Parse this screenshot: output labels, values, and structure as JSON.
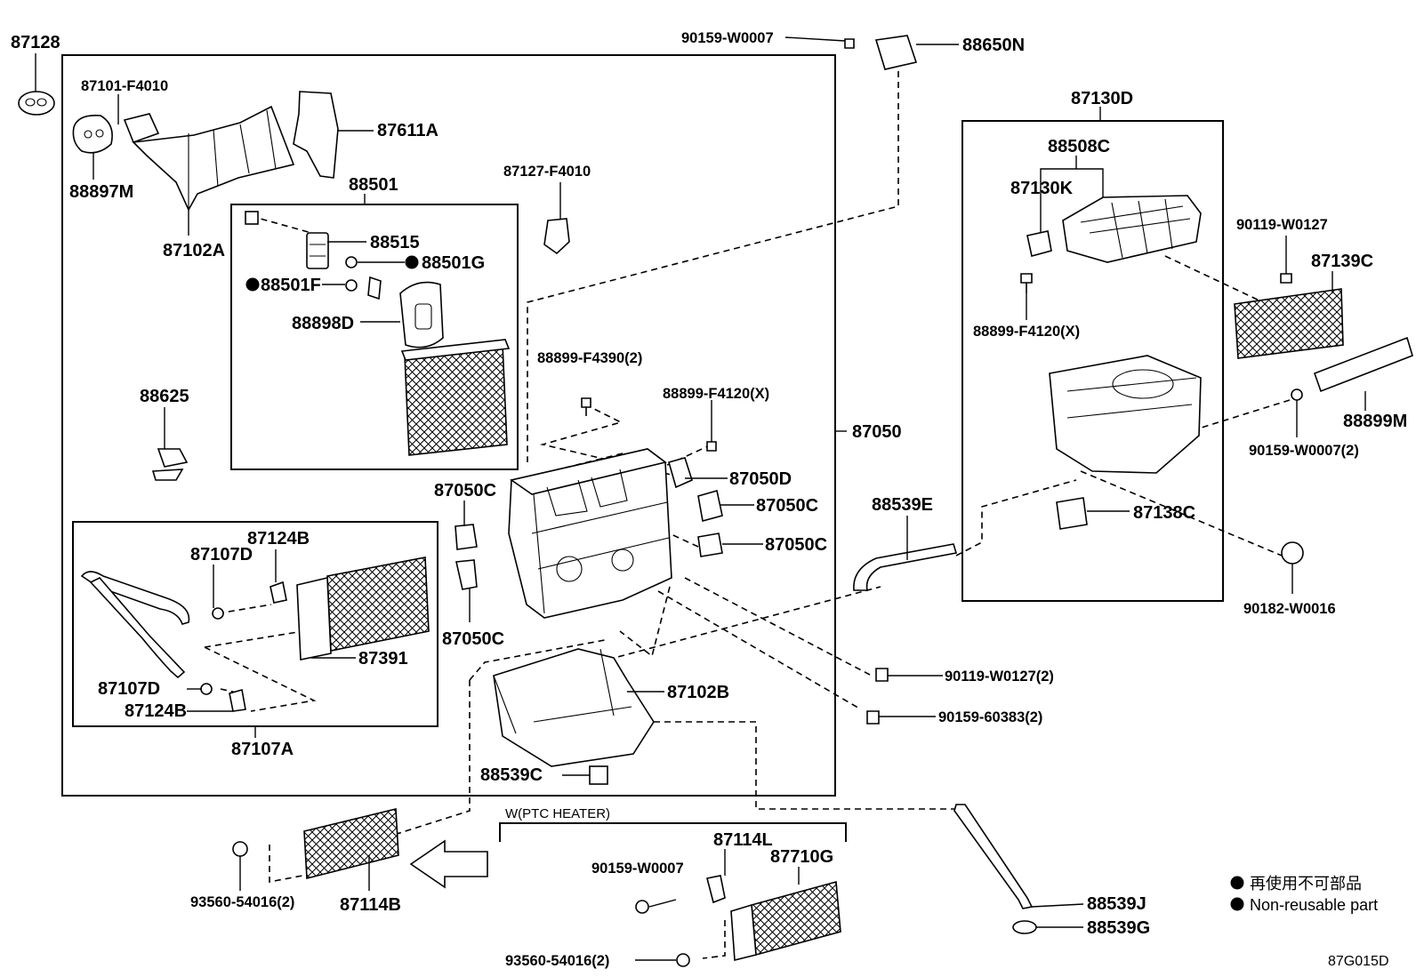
{
  "labels": {
    "p87128": "87128",
    "p87101_F4010": "87101-F4010",
    "p87611A": "87611A",
    "p88897M": "88897M",
    "p87102A": "87102A",
    "p88501": "88501",
    "p88515": "88515",
    "p88501G": "88501G",
    "p88501F": "88501F",
    "p88898D": "88898D",
    "p87127_F4010": "87127-F4010",
    "p88625": "88625",
    "p88899_F4390": "88899-F4390(2)",
    "p88899_F4120_mid": "88899-F4120(X)",
    "p87050": "87050",
    "p87050D": "87050D",
    "p87050C_left": "87050C",
    "p87050C_right1": "87050C",
    "p87050C_right2": "87050C",
    "p87050C_lower": "87050C",
    "p87124B_top": "87124B",
    "p87107D_top": "87107D",
    "p87391": "87391",
    "p87107D_bottom": "87107D",
    "p87124B_bottom": "87124B",
    "p87107A": "87107A",
    "p87102B": "87102B",
    "p88539C": "88539C",
    "p90159_W0007_top": "90159-W0007",
    "p88650N": "88650N",
    "p87130D": "87130D",
    "p88508C": "88508C",
    "p87130K": "87130K",
    "p90119_W0127_right": "90119-W0127",
    "p87139C": "87139C",
    "p88899_F4120_right": "88899-F4120(X)",
    "p88899M": "88899M",
    "p90159_W0007_right": "90159-W0007(2)",
    "p88539E": "88539E",
    "p87138C": "87138C",
    "p90182_W0016": "90182-W0016",
    "p90119_W0127_2": "90119-W0127(2)",
    "p90159_60383": "90159-60383(2)",
    "ptc_heater": "W(PTC HEATER)",
    "p93560_left": "93560-54016(2)",
    "p87114B": "87114B",
    "p87114L": "87114L",
    "p87710G": "87710G",
    "p90159_W0007_bottom": "90159-W0007",
    "p93560_bottom": "93560-54016(2)",
    "p88539J": "88539J",
    "p88539G": "88539G"
  },
  "legend": {
    "line_cn": "再使用不可部品",
    "line_en": "Non-reusable part"
  },
  "diagram_code": "87G015D",
  "colors": {
    "ink": "#000000",
    "paper": "#ffffff"
  }
}
